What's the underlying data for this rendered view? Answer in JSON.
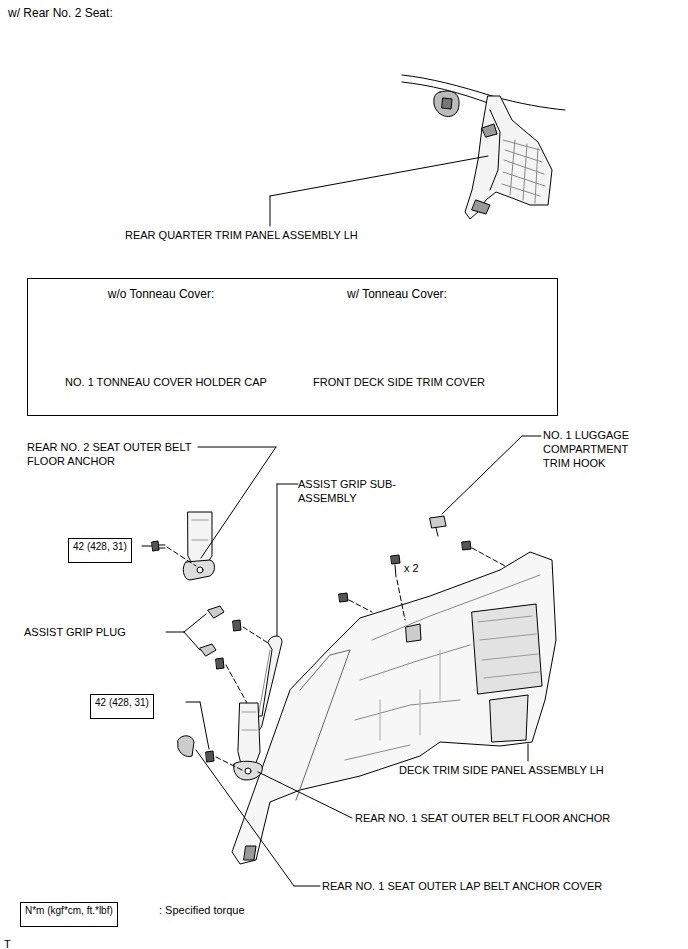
{
  "diagram": {
    "title": "w/ Rear No. 2 Seat:",
    "nodes": [
      {
        "text": [
          "w/o Tonneau Cover:",
          "w/ Tonneau Cover:",
          "NO. 1 TONNEAU COVER HOLDER CAP",
          "FRONT DECK SIDE TRIM COVER"
        ]
      },
      {
        "text": [
          "42 (428, 31)"
        ]
      },
      {
        "text": [
          "42 (428, 31)"
        ]
      },
      {
        "text": [
          "N*m (kgf*cm, ft.*lbf)"
        ]
      }
    ],
    "labels": [
      "REAR QUARTER TRIM PANEL ASSEMBLY LH",
      "REAR NO. 2 SEAT OUTER BELT FLOOR ANCHOR",
      "ASSIST GRIP SUB-ASSEMBLY",
      "NO. 1 LUGGAGE COMPARTMENT TRIM HOOK",
      "x 2",
      "ASSIST GRIP PLUG",
      "DECK TRIM SIDE PANEL ASSEMBLY LH",
      "REAR NO. 1 SEAT OUTER BELT FLOOR ANCHOR",
      "REAR NO. 1 SEAT OUTER LAP BELT ANCHOR COVER",
      ": Specified torque",
      "T"
    ]
  }
}
